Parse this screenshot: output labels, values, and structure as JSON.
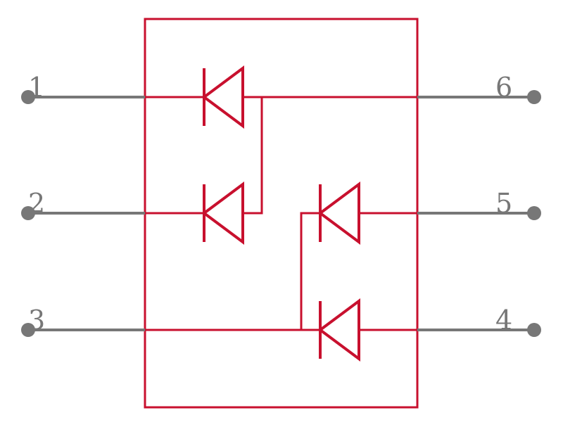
{
  "colors": {
    "body": "#c8102e",
    "pin": "#777777",
    "background": "#ffffff"
  },
  "pins": [
    {
      "id": "1",
      "label": "1"
    },
    {
      "id": "2",
      "label": "2"
    },
    {
      "id": "3",
      "label": "3"
    },
    {
      "id": "4",
      "label": "4"
    },
    {
      "id": "5",
      "label": "5"
    },
    {
      "id": "6",
      "label": "6"
    }
  ],
  "diodes": [
    {
      "id": "D1",
      "from_pin": "1",
      "to_net": "pin-6"
    },
    {
      "id": "D2",
      "from_pin": "2",
      "to_net": "pin-6"
    },
    {
      "id": "D3",
      "from_pin": "3",
      "to_net": "pin-5"
    },
    {
      "id": "D4",
      "from_pin": "3",
      "to_net": "pin-4"
    }
  ]
}
